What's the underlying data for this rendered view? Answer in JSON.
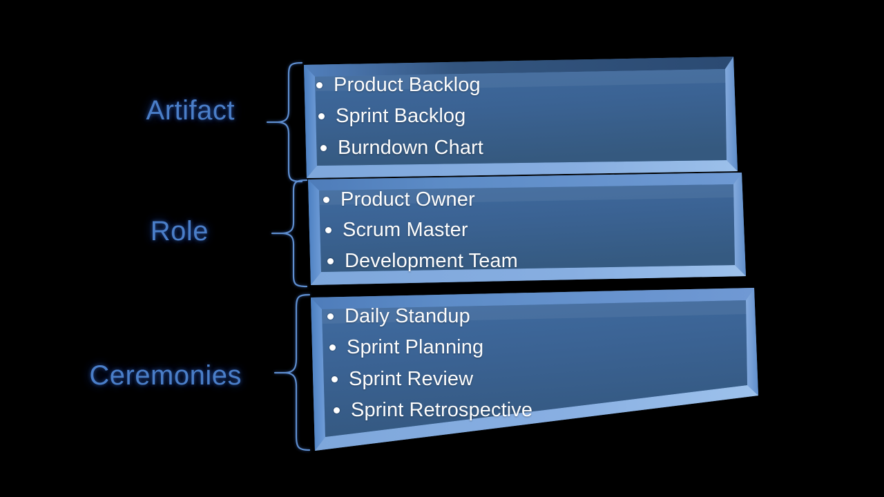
{
  "background_color": "#000000",
  "theme": {
    "label_color": "#4a7ec8",
    "panel_fill": "#3b6394",
    "panel_bevel_light": "#7da5d8",
    "panel_bevel_mid": "#5b88c4",
    "panel_bevel_dark": "#2c4d77",
    "bullet_text_color": "#ffffff",
    "brace_color": "#5f8fd0"
  },
  "diagram": {
    "type": "bracketed-list",
    "groups": [
      {
        "label": "Artifact",
        "items": [
          "Product Backlog",
          "Sprint Backlog",
          "Burndown Chart"
        ]
      },
      {
        "label": "Role",
        "items": [
          "Product Owner",
          "Scrum Master",
          "Development Team"
        ]
      },
      {
        "label": "Ceremonies",
        "items": [
          "Daily Standup",
          "Sprint Planning",
          "Sprint Review",
          "Sprint Retrospective"
        ]
      }
    ]
  }
}
